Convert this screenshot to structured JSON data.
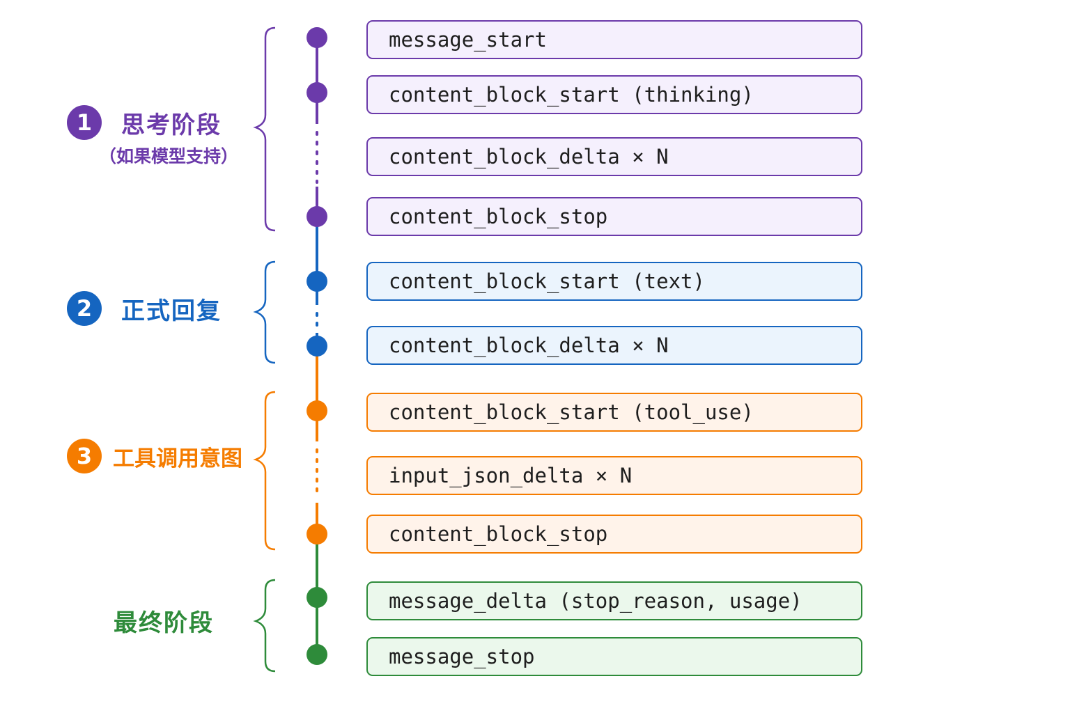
{
  "colors": {
    "purple": "#6b3aaa",
    "purple_fill": "#f5f0fd",
    "blue": "#1565c0",
    "blue_fill": "#ebf4fd",
    "orange": "#f57c00",
    "orange_fill": "#fff3ea",
    "green": "#2e8b3a",
    "green_fill": "#ebf8ec"
  },
  "phases": [
    {
      "badge": "1",
      "title": "思考阶段",
      "subtitle": "（如果模型支持）",
      "color_key": "purple"
    },
    {
      "badge": "2",
      "title": "正式回复",
      "color_key": "blue"
    },
    {
      "badge": "3",
      "title": "工具调用意图",
      "color_key": "orange"
    },
    {
      "title": "最终阶段",
      "color_key": "green"
    }
  ],
  "events": [
    {
      "label": "message_start",
      "phase": 1
    },
    {
      "label": "content_block_start (thinking)",
      "phase": 1
    },
    {
      "label": "content_block_delta × N",
      "phase": 1
    },
    {
      "label": "content_block_stop",
      "phase": 1
    },
    {
      "label": "content_block_start (text)",
      "phase": 2
    },
    {
      "label": "content_block_delta × N",
      "phase": 2
    },
    {
      "label": "content_block_start (tool_use)",
      "phase": 3
    },
    {
      "label": "input_json_delta × N",
      "phase": 3
    },
    {
      "label": "content_block_stop",
      "phase": 3
    },
    {
      "label": "message_delta (stop_reason, usage)",
      "phase": 4
    },
    {
      "label": "message_stop",
      "phase": 4
    }
  ]
}
